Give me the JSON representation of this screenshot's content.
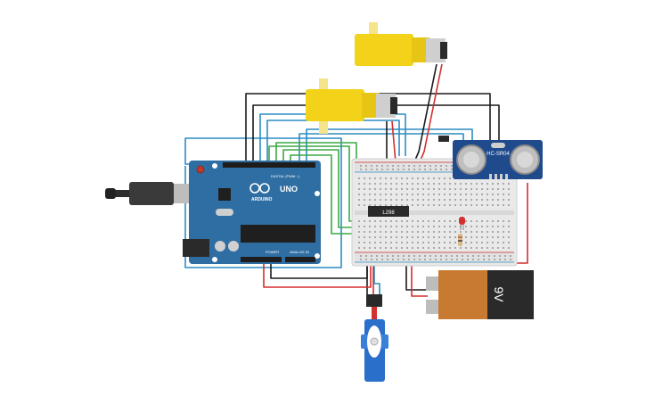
{
  "arduino": {
    "brand": "ARDUINO",
    "model": "UNO",
    "digital_label": "DIGITAL (PWM ~)",
    "power_label": "POWER",
    "analog_label": "ANALOG IN",
    "board_color": "#2f6ea3",
    "header_color": "#1d1d1d"
  },
  "sensor": {
    "label": "HC-SR04",
    "board_color": "#1f4a8c"
  },
  "driver": {
    "label": "L298"
  },
  "battery": {
    "label": "9V",
    "body_color": "#c87a30"
  },
  "motor": {
    "body_color": "#f2d31a",
    "cap_color": "#cfcfcf"
  },
  "servo": {
    "body_color": "#2a6fc9"
  },
  "wires": {
    "blue": "#2b8cc4",
    "black": "#1a1a1a",
    "red": "#d32f2f",
    "green": "#3aa845"
  }
}
